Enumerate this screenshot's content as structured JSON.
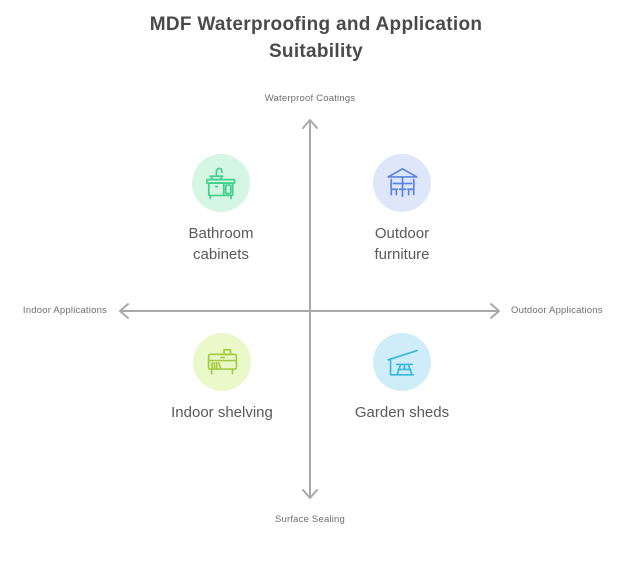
{
  "title": "MDF Waterproofing and Application Suitability",
  "title_color": "#4a4a4a",
  "axes": {
    "top_label": "Waterproof Coatings",
    "bottom_label": "Surface Sealing",
    "left_label": "Indoor Applications",
    "right_label": "Outdoor Applications",
    "line_color": "#a9a9a9",
    "label_color": "#6e6e6e"
  },
  "quadrants": {
    "top_left": {
      "label": "Bathroom\ncabinets",
      "icon": "bathroom-vanity-sink-icon",
      "circle_color": "#d4f6e3",
      "icon_color": "#3fd08c"
    },
    "top_right": {
      "label": "Outdoor\nfurniture",
      "icon": "patio-umbrella-table-chairs-icon",
      "circle_color": "#dee7fa",
      "icon_color": "#5a84dd"
    },
    "bottom_left": {
      "label": "Indoor shelving",
      "icon": "shelving-sideboard-books-icon",
      "circle_color": "#e9f9c9",
      "icon_color": "#a4cb43"
    },
    "bottom_right": {
      "label": "Garden sheds",
      "icon": "garden-shed-picnic-table-icon",
      "circle_color": "#cfedf9",
      "icon_color": "#39b7de"
    }
  }
}
